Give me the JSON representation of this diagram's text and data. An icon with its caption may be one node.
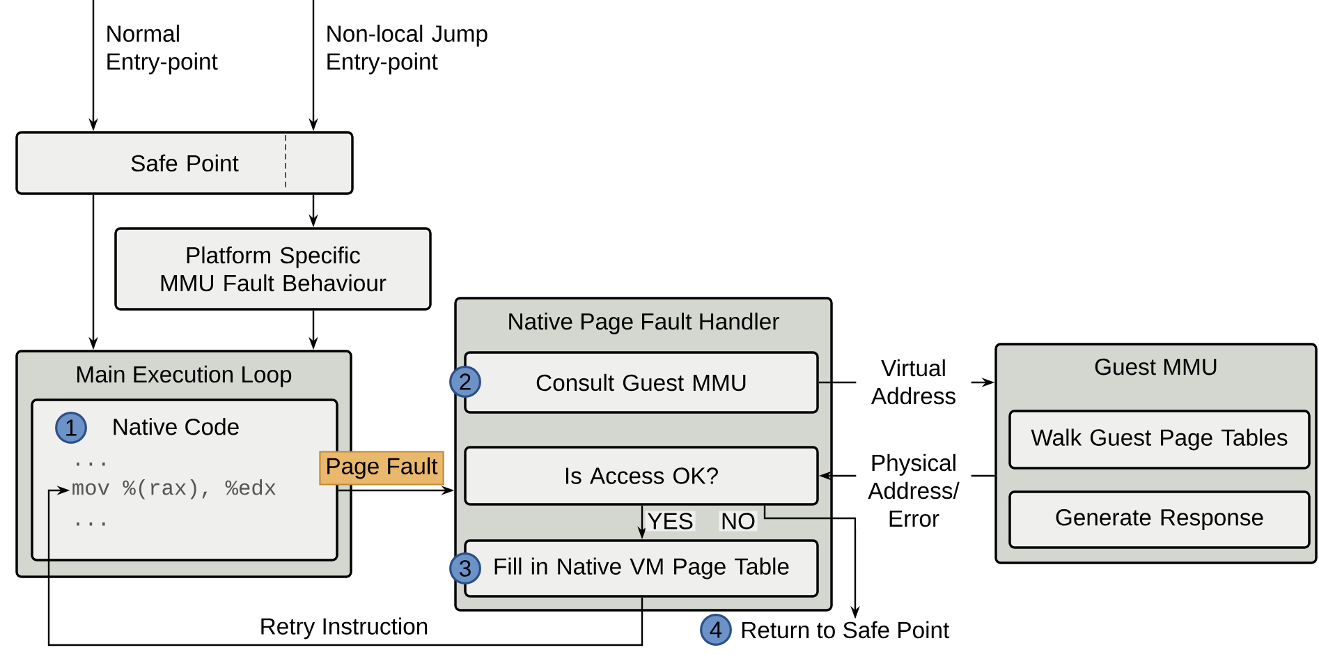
{
  "diagram": {
    "nodes": [
      {
        "text": [
          "Safe Point"
        ]
      },
      {
        "text": [
          "Platform Specific MMU Fault Behaviour"
        ]
      },
      {
        "text": [
          "Main Execution Loop"
        ]
      },
      {
        "text": [
          "Native Code",
          "...",
          "mov %(rax), %edx",
          "..."
        ],
        "in": 2
      },
      {
        "text": [
          "Native Page Fault Handler"
        ]
      },
      {
        "text": [
          "Consult Guest MMU"
        ],
        "in": 4
      },
      {
        "text": [
          "Is Access OK?"
        ],
        "in": 4
      },
      {
        "text": [
          "Fill in Native VM Page Table"
        ],
        "in": 4
      },
      {
        "text": [
          "Guest MMU"
        ]
      },
      {
        "text": [
          "Walk Guest Page Tables"
        ],
        "in": 8
      },
      {
        "text": [
          "Generate Response"
        ],
        "in": 8
      },
      {
        "text": [
          "Return to Safe Point"
        ]
      }
    ],
    "edges": [
      {
        "from": null,
        "to": 0,
        "arrow": "to",
        "label": "Normal Entry-point"
      },
      {
        "from": null,
        "to": 0,
        "arrow": "to",
        "label": "Non-local Jump Entry-point"
      },
      {
        "from": 0,
        "to": 2,
        "arrow": "to"
      },
      {
        "from": 0,
        "to": 1,
        "arrow": "to"
      },
      {
        "from": 1,
        "to": 2,
        "arrow": "to"
      },
      {
        "from": 3,
        "to": 4,
        "arrow": "to",
        "label": "Page Fault"
      },
      {
        "from": 7,
        "to": 3,
        "arrow": "to",
        "label": "Retry Instruction"
      },
      {
        "from": 5,
        "to": 8,
        "arrow": "to",
        "label": "Virtual Address"
      },
      {
        "from": 8,
        "to": 6,
        "arrow": "to",
        "label": "Physical Address/ Error"
      },
      {
        "from": 6,
        "to": 7,
        "arrow": "to",
        "label": "YES"
      },
      {
        "from": 6,
        "to": 11,
        "arrow": "to",
        "label": "NO"
      }
    ],
    "labels": [
      "1",
      "2",
      "3",
      "4"
    ]
  }
}
